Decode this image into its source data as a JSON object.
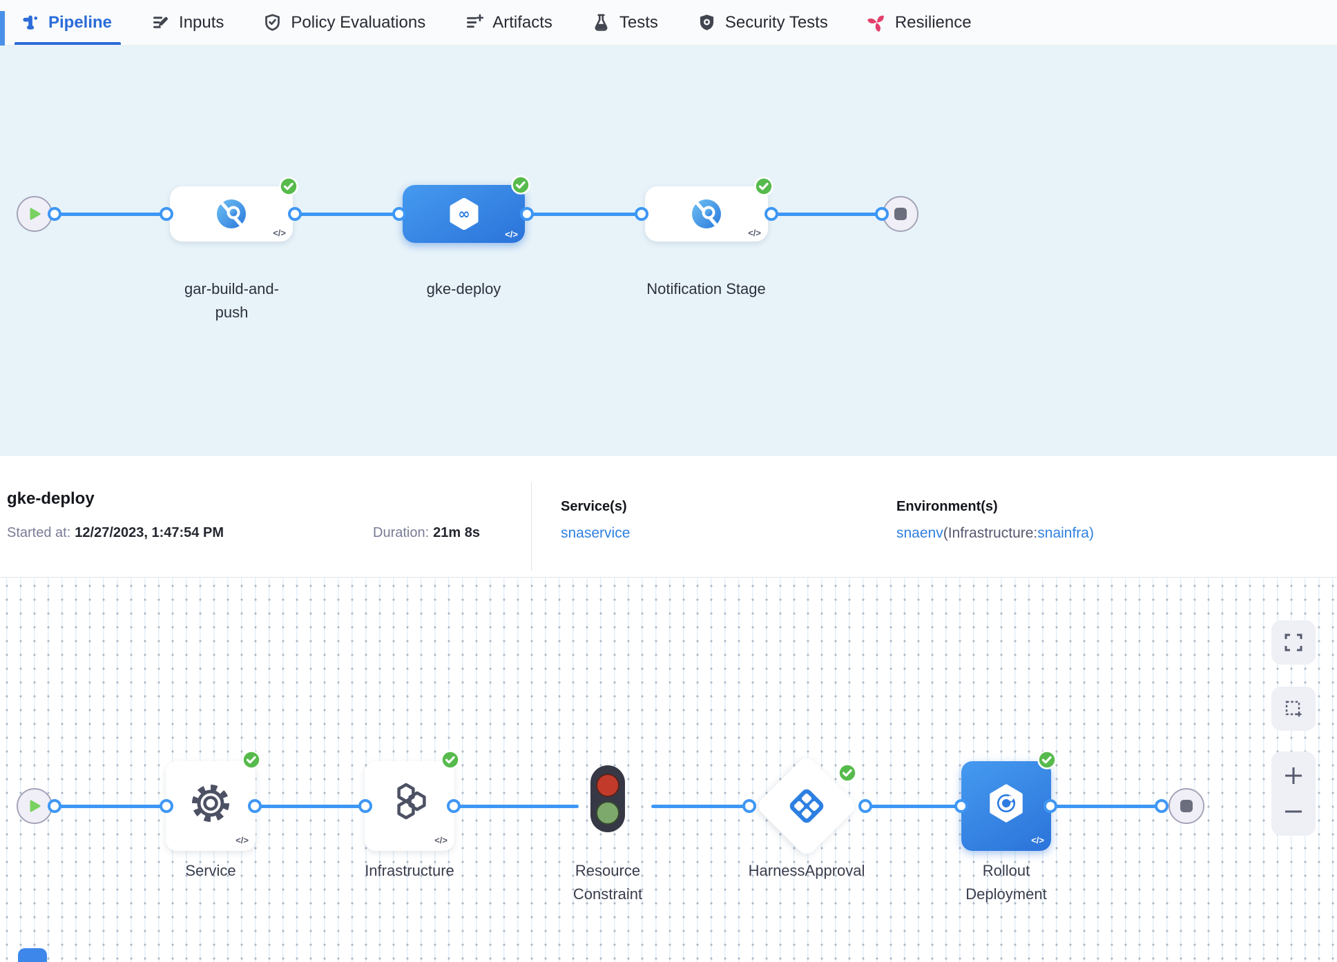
{
  "code_marker": "</>",
  "colors": {
    "primary_blue": "#2b6cd9",
    "edge_blue": "#3e97f4",
    "success_green": "#56bb4c",
    "link_blue": "#2f80e0",
    "resilience_pink": "#e23f6d",
    "stage_section_bg": "#e8f3f9"
  },
  "tabs": {
    "pipeline": "Pipeline",
    "inputs": "Inputs",
    "policy_evaluations": "Policy Evaluations",
    "artifacts": "Artifacts",
    "tests": "Tests",
    "security_tests": "Security Tests",
    "resilience": "Resilience"
  },
  "stage_graph": {
    "stages": [
      {
        "label": "gar-build-and-push",
        "status": "success"
      },
      {
        "label": "gke-deploy",
        "status": "success",
        "selected": true
      },
      {
        "label": "Notification Stage",
        "status": "success"
      }
    ]
  },
  "details": {
    "title": "gke-deploy",
    "started_label": "Started at:",
    "started_value": "12/27/2023, 1:47:54 PM",
    "duration_label": "Duration:",
    "duration_value": "21m 8s",
    "services_label": "Service(s)",
    "service_link": "snaservice",
    "environments_label": "Environment(s)",
    "environment_link": "snaenv",
    "environment_infra_prefix": "(Infrastructure:",
    "environment_infra_link": "snainfra",
    "environment_suffix": ")"
  },
  "step_graph": {
    "steps": [
      {
        "label": "Service",
        "status": "success"
      },
      {
        "label": "Infrastructure",
        "status": "success"
      },
      {
        "label": "Resource Constraint",
        "status": "success"
      },
      {
        "label": "HarnessApproval",
        "status": "success"
      },
      {
        "label": "Rollout Deployment",
        "status": "success"
      }
    ]
  }
}
